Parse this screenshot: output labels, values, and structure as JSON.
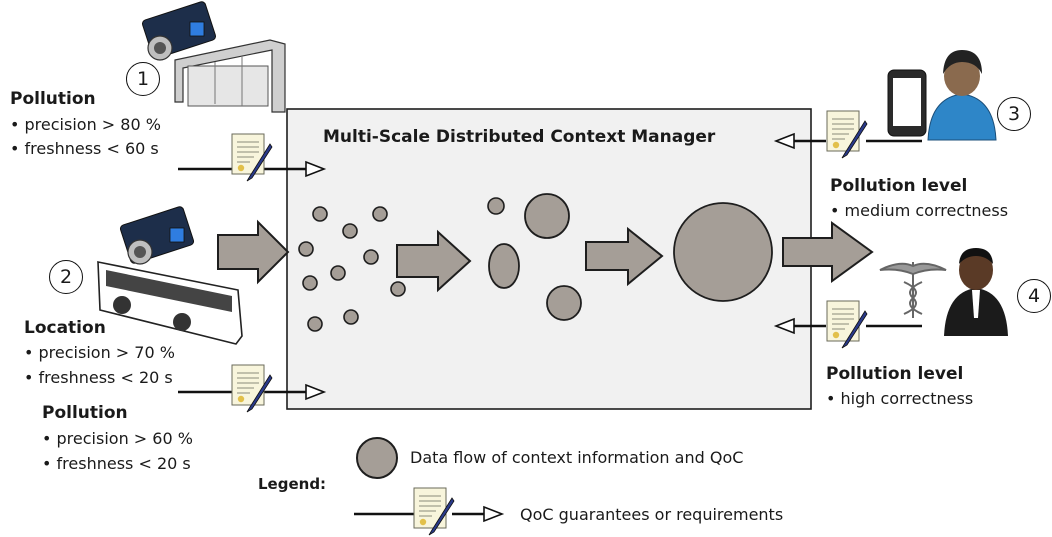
{
  "manager": {
    "title": "Multi-Scale Distributed Context Manager"
  },
  "actors": [
    {
      "number": "1"
    },
    {
      "number": "2"
    },
    {
      "number": "3"
    },
    {
      "number": "4"
    }
  ],
  "source1": {
    "heading": "Pollution",
    "lines": [
      "• precision > 80 %",
      "• freshness < 60 s"
    ]
  },
  "source2": {
    "heading": "Location",
    "lines": [
      "• precision > 70 %",
      "• freshness < 20 s"
    ],
    "heading2": "Pollution",
    "lines2": [
      "• precision > 60 %",
      "• freshness < 20 s"
    ]
  },
  "consumer3": {
    "heading": "Pollution level",
    "line": "• medium correctness"
  },
  "consumer4": {
    "heading": "Pollution level",
    "line": "• high correctness"
  },
  "legend": {
    "title": "Legend:",
    "dataflow": "Data flow of context information and QoC",
    "qoc": "QoC guarantees or requirements"
  },
  "colors": {
    "circle_fill": "#a59e97",
    "circle_stroke": "#1e1e1e",
    "box_fill": "#f1f1f1",
    "arrow_fill": "#a59e97",
    "paper": "#f8f5dc",
    "pen": "#2a3a8a",
    "person_blue": "#2e86c8"
  },
  "icons": [
    "sensor-icon",
    "bus-shelter-icon",
    "bus-icon",
    "smartphone-icon",
    "person-icon",
    "caduceus-icon",
    "doctor-icon",
    "contract-icon"
  ]
}
